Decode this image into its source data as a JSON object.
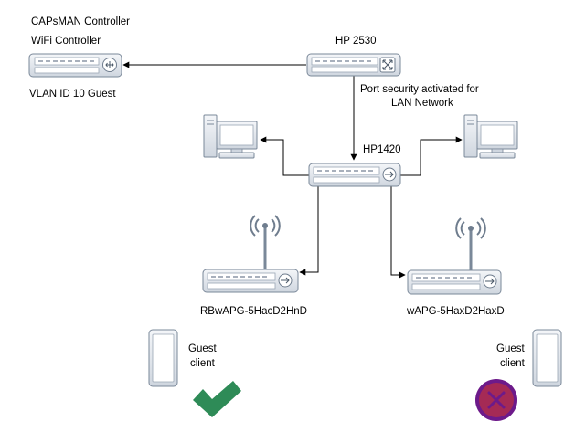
{
  "labels": {
    "capsman_title": "CAPsMAN Controller",
    "capsman_subtitle": "WiFi Controller",
    "capsman_vlan": "VLAN ID 10 Guest",
    "hp2530": "HP 2530",
    "port_security_line1": "Port security activated for",
    "port_security_line2": "LAN Network",
    "hp1420": "HP1420",
    "ap_left": "RBwAPG-5HacD2HnD",
    "ap_right": "wAPG-5HaxD2HaxD",
    "guest_left_line1": "Guest",
    "guest_left_line2": "client",
    "guest_right_line1": "Guest",
    "guest_right_line2": "client"
  },
  "status": {
    "left_client": "allowed",
    "right_client": "denied"
  },
  "colors": {
    "device_fill": "#e3e8ef",
    "device_stroke": "#7a8899",
    "check_green": "#2e8b57",
    "deny_fill": "#a52a55",
    "deny_stroke": "#6d1a8a"
  },
  "icons": {
    "router": "router-icon",
    "switch": "switch-icon",
    "workstation": "computer-icon",
    "access_point": "wireless-ap-icon",
    "phone": "mobile-device-icon",
    "allowed": "checkmark-icon",
    "denied": "x-circle-icon"
  }
}
